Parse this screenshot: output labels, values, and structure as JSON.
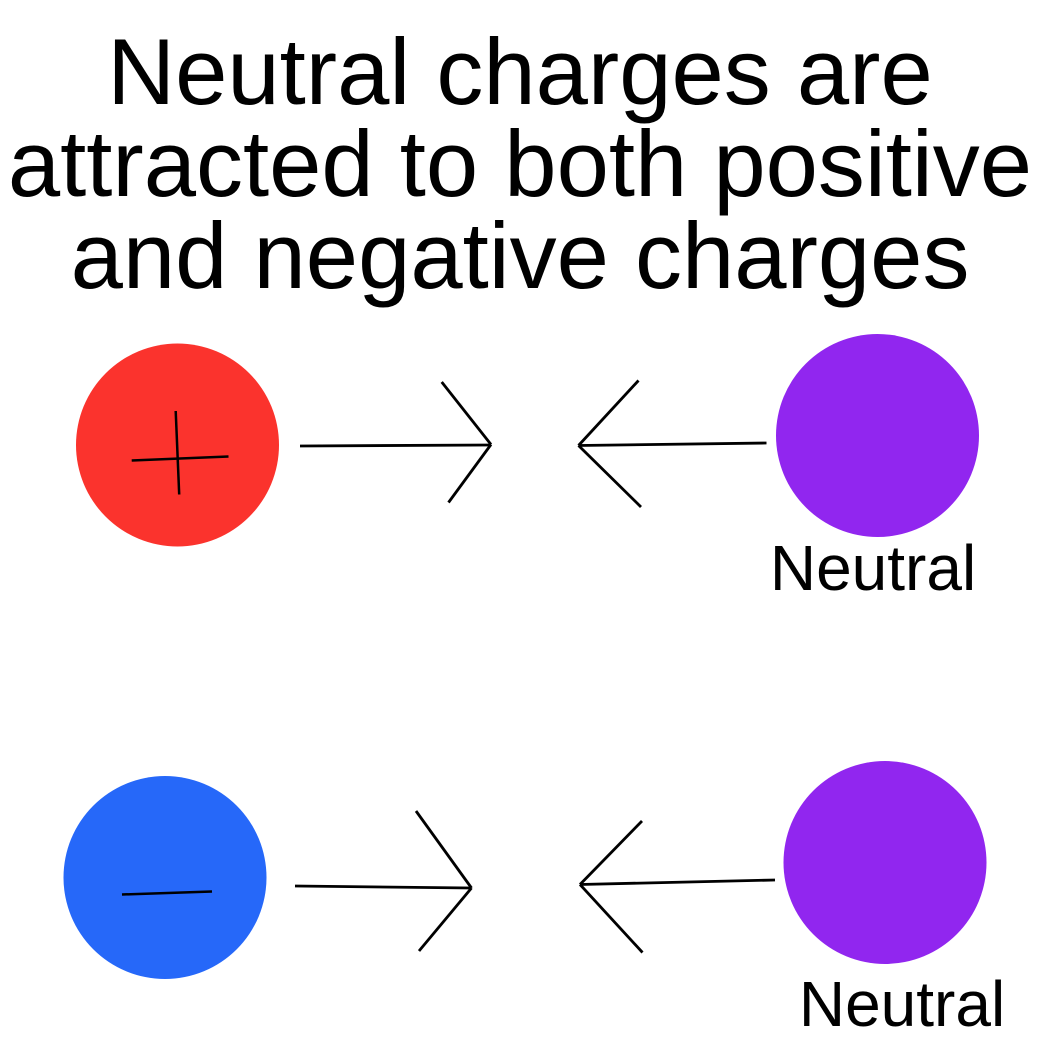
{
  "title": {
    "lines": [
      "Neutral charges are",
      "attracted to both positive",
      "and negative charges"
    ]
  },
  "colors": {
    "positive_charge": "#fb332d",
    "negative_charge": "#2668f9",
    "neutral_charge": "#9126ef",
    "ink": "#000000",
    "background": "#ffffff"
  },
  "rows": [
    {
      "charge": {
        "type": "positive",
        "symbol": "plus"
      },
      "arrows": {
        "left": "points-right",
        "right": "points-left"
      },
      "label": "Neutral"
    },
    {
      "charge": {
        "type": "negative",
        "symbol": "minus"
      },
      "arrows": {
        "left": "points-right",
        "right": "points-left"
      },
      "label": "Neutral"
    }
  ]
}
